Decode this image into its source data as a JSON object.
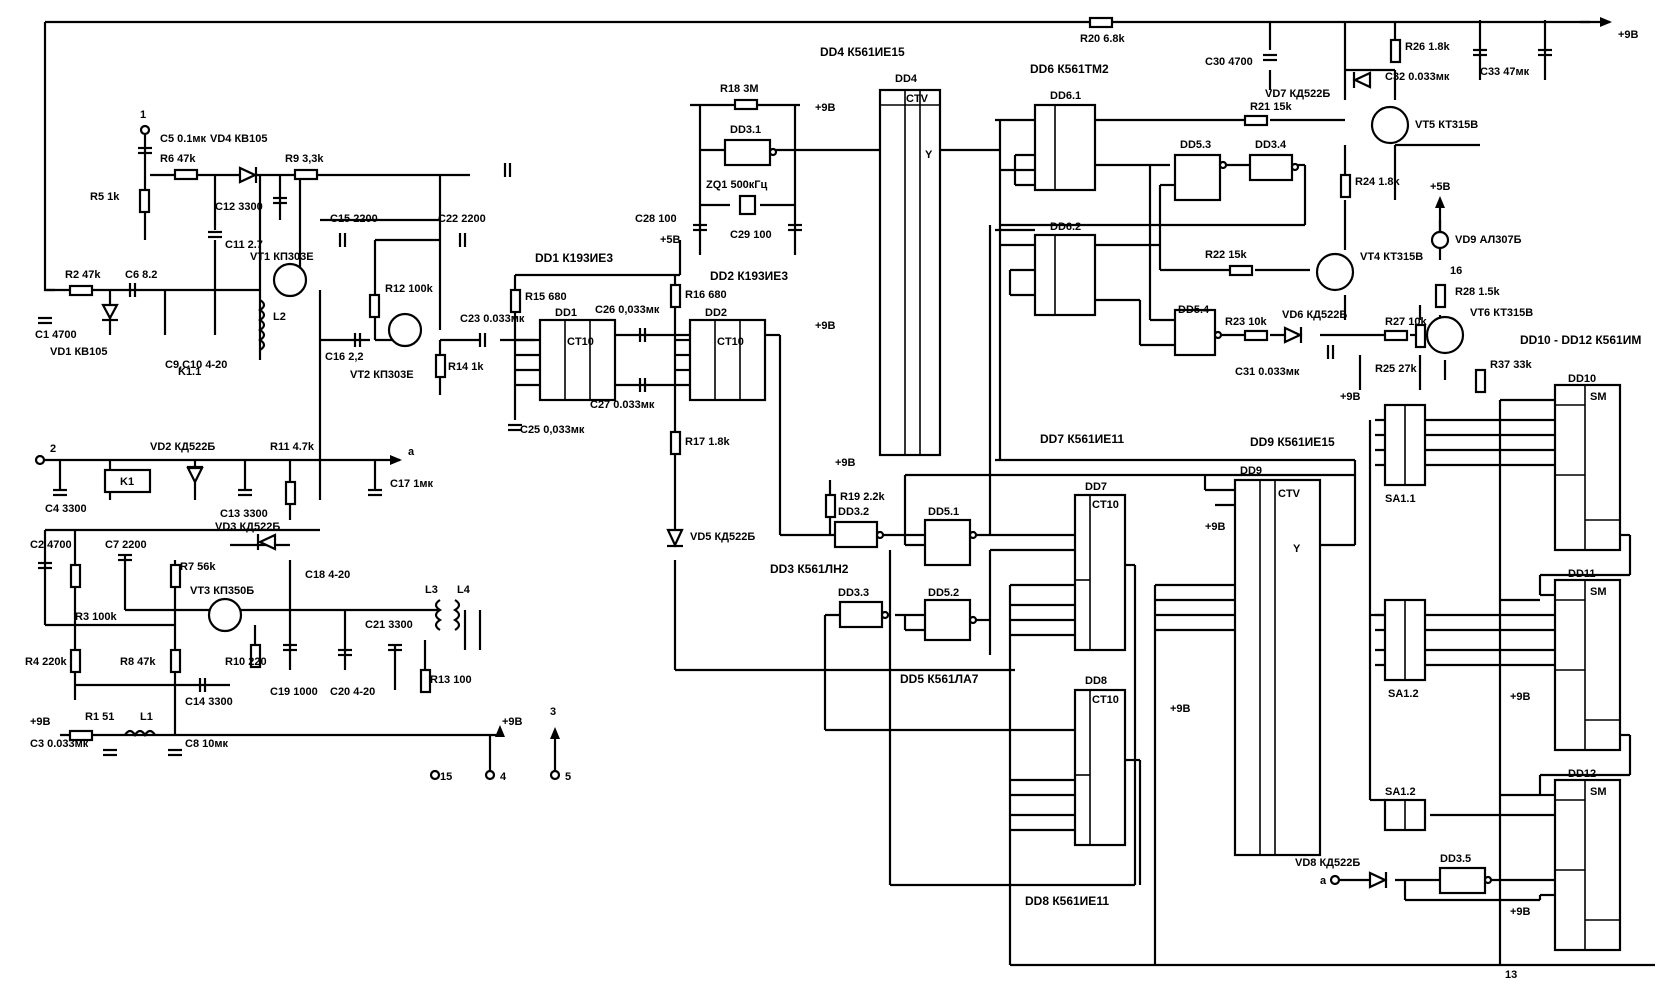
{
  "supply": {
    "pos9": "+9В",
    "pos5": "+5В",
    "node_a": "a"
  },
  "ic_titles": {
    "dd4": "DD4 К561ИЕ15",
    "dd6": "DD6 К561ТМ2",
    "dd1": "DD1 К193ИЕ3",
    "dd2": "DD2 К193ИЕ3",
    "dd3": "DD3 К561ЛН2",
    "dd5": "DD5 К561ЛА7",
    "dd7": "DD7 К561ИЕ11",
    "dd8": "DD8 К561ИЕ11",
    "dd9": "DD9 К561ИЕ15",
    "dd10_12": "DD10 - DD12 К561ИМ"
  },
  "components": [
    {
      "name": "R1",
      "value": "51"
    },
    {
      "name": "R2",
      "value": "47k"
    },
    {
      "name": "R3",
      "value": "100k"
    },
    {
      "name": "R4",
      "value": "220k"
    },
    {
      "name": "R5",
      "value": "1k"
    },
    {
      "name": "R6",
      "value": "47k"
    },
    {
      "name": "R7",
      "value": "56k"
    },
    {
      "name": "R8",
      "value": "47k"
    },
    {
      "name": "R9",
      "value": "3,3k"
    },
    {
      "name": "R10",
      "value": "220"
    },
    {
      "name": "R11",
      "value": "4.7k"
    },
    {
      "name": "R12",
      "value": "100k"
    },
    {
      "name": "R13",
      "value": "100"
    },
    {
      "name": "R14",
      "value": "1k"
    },
    {
      "name": "R15",
      "value": "680"
    },
    {
      "name": "R16",
      "value": "680"
    },
    {
      "name": "R17",
      "value": "1.8k"
    },
    {
      "name": "R18",
      "value": "3M"
    },
    {
      "name": "R19",
      "value": "2.2k"
    },
    {
      "name": "R20",
      "value": "6.8k"
    },
    {
      "name": "R21",
      "value": "15k"
    },
    {
      "name": "R22",
      "value": "15k"
    },
    {
      "name": "R23",
      "value": "10k"
    },
    {
      "name": "R24",
      "value": "1.8k"
    },
    {
      "name": "R25",
      "value": "27k"
    },
    {
      "name": "R26",
      "value": "1.8k"
    },
    {
      "name": "R27",
      "value": "10k"
    },
    {
      "name": "R28",
      "value": "1.5k"
    },
    {
      "name": "R37",
      "value": "33k"
    },
    {
      "name": "C1",
      "value": "4700"
    },
    {
      "name": "C2",
      "value": "4700"
    },
    {
      "name": "C3",
      "value": "0.033мк"
    },
    {
      "name": "C4",
      "value": "3300"
    },
    {
      "name": "C5",
      "value": "0.1мк"
    },
    {
      "name": "C6",
      "value": "8.2"
    },
    {
      "name": "C7",
      "value": "2200"
    },
    {
      "name": "C8",
      "value": "10мк"
    },
    {
      "name": "C9,C10",
      "value": "4-20"
    },
    {
      "name": "C11",
      "value": "2.7"
    },
    {
      "name": "C12",
      "value": "3300"
    },
    {
      "name": "C13",
      "value": "3300"
    },
    {
      "name": "C14",
      "value": "3300"
    },
    {
      "name": "C15",
      "value": "2200"
    },
    {
      "name": "C16",
      "value": "2,2"
    },
    {
      "name": "C17",
      "value": "1мк"
    },
    {
      "name": "C18",
      "value": "4-20"
    },
    {
      "name": "C19",
      "value": "1000"
    },
    {
      "name": "C20",
      "value": "4-20"
    },
    {
      "name": "C21",
      "value": "3300"
    },
    {
      "name": "C22",
      "value": "2200"
    },
    {
      "name": "C23",
      "value": "0.033мк"
    },
    {
      "name": "C25",
      "value": "0,033мк"
    },
    {
      "name": "C26",
      "value": "0,033мк"
    },
    {
      "name": "C27",
      "value": "0.033мк"
    },
    {
      "name": "C28",
      "value": "100"
    },
    {
      "name": "C29",
      "value": "100"
    },
    {
      "name": "C30",
      "value": "4700"
    },
    {
      "name": "C31",
      "value": "0.033мк"
    },
    {
      "name": "C32",
      "value": "0.033мк"
    },
    {
      "name": "C33",
      "value": "47мк"
    }
  ],
  "semis": {
    "vd1": "VD1 КВ105",
    "vd2": "VD2 КД522Б",
    "vd3": "VD3 КД522Б",
    "vd4": "VD4 КВ105",
    "vd5": "VD5 КД522Б",
    "vd6": "VD6 КД522Б",
    "vd7": "VD7 КД522Б",
    "vd8": "VD8 КД522Б",
    "vd9": "VD9 АЛ307Б",
    "vt1": "VT1 КП303Е",
    "vt2": "VT2 КП303Е",
    "vt3": "VT3 КП350Б",
    "vt4": "VT4 КТ315В",
    "vt5": "VT5 КТ315В",
    "vt6": "VT6 КТ315В",
    "zq1": "ZQ1 500кГц"
  },
  "misc": {
    "k1": "K1",
    "k1_1": "K1.1",
    "l1": "L1",
    "l2": "L2",
    "l3": "L3",
    "l4": "L4",
    "sa1_1": "SA1.1",
    "sa1_2a": "SA1.2",
    "sa1_2b": "SA1.2",
    "dd3_1": "DD3.1",
    "dd3_2": "DD3.2",
    "dd3_3": "DD3.3",
    "dd3_5": "DD3.5",
    "dd5_1": "DD5.1",
    "dd5_2": "DD5.2",
    "dd5_3": "DD5.3",
    "dd5_4": "DD5.4",
    "dd3_4": "DD3.4",
    "dd6_1": "DD6.1",
    "dd6_2": "DD6.2",
    "term1": "1",
    "term15": "15",
    "term4": "4",
    "term5": "5",
    "term3": "3",
    "term16": "16",
    "term2": "2",
    "term13": "13"
  },
  "chips": {
    "dd4": {
      "label": "DD4",
      "func": "CTV",
      "out": "Y"
    },
    "dd9": {
      "label": "DD9",
      "func": "CTV",
      "out": "Y"
    },
    "dd1": {
      "label": "DD1",
      "func": "CT10"
    },
    "dd2": {
      "label": "DD2",
      "func": "CT10"
    },
    "dd7": {
      "label": "DD7",
      "func": "CT10"
    },
    "dd8": {
      "label": "DD8",
      "func": "CT10"
    },
    "dd10": {
      "label": "DD10",
      "func": "SM"
    },
    "dd11": {
      "label": "DD11",
      "func": "SM"
    },
    "dd12": {
      "label": "DD12",
      "func": "SM"
    }
  },
  "colors": {
    "ink": "#000000",
    "paper": "#ffffff"
  }
}
